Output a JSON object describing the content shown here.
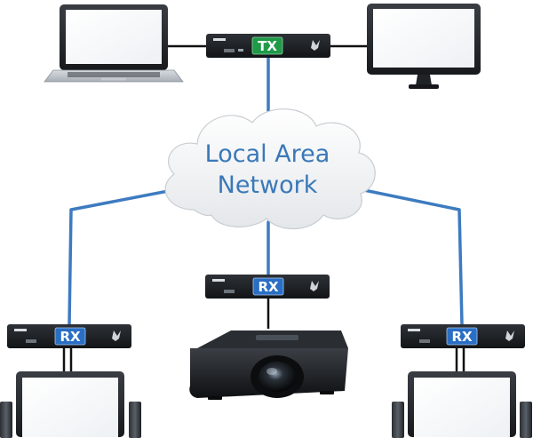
{
  "network": {
    "cloud_line1": "Local Area",
    "cloud_line2": "Network"
  },
  "transmitter": {
    "badge": "TX",
    "badge_color": "#1f9a47"
  },
  "receivers": [
    {
      "badge": "RX",
      "badge_color": "#2a6fc4"
    },
    {
      "badge": "RX",
      "badge_color": "#2a6fc4"
    },
    {
      "badge": "RX",
      "badge_color": "#2a6fc4"
    }
  ],
  "colors": {
    "link": "#3d7bc0",
    "device_body": "#1b1e22",
    "cable": "#111111"
  }
}
